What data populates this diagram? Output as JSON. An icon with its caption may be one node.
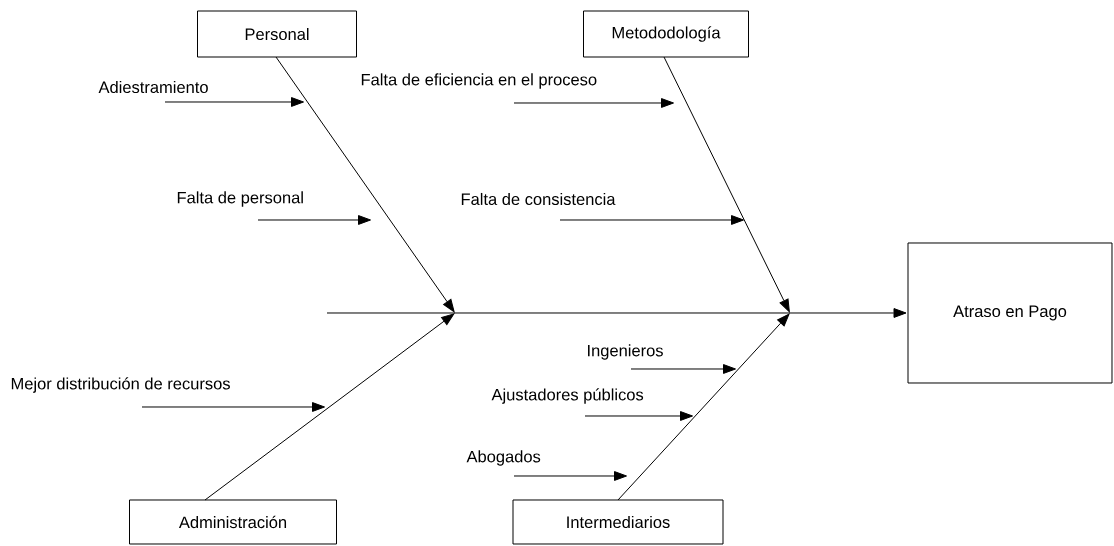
{
  "diagram": {
    "nodes": [
      {
        "text": [
          "Personal"
        ]
      },
      {
        "text": [
          "Metododología"
        ]
      },
      {
        "text": [
          "Adiestramiento"
        ]
      },
      {
        "text": [
          "Falta de personal"
        ]
      },
      {
        "text": [
          "Falta de eficiencia en el proceso"
        ]
      },
      {
        "text": [
          "Falta de consistencia"
        ]
      },
      {
        "text": [
          "Atraso en Pago"
        ]
      },
      {
        "text": [
          "Mejor distribución de recursos"
        ]
      },
      {
        "text": [
          "Ingenieros"
        ]
      },
      {
        "text": [
          "Ajustadores públicos"
        ]
      },
      {
        "text": [
          "Abogados"
        ]
      },
      {
        "text": [
          "Administración"
        ]
      },
      {
        "text": [
          "Intermediarios"
        ]
      }
    ],
    "edges": [
      {
        "from": 0,
        "to": null,
        "arrow": "to"
      },
      {
        "from": 2,
        "to": null,
        "arrow": "to"
      },
      {
        "from": 3,
        "to": null,
        "arrow": "to"
      },
      {
        "from": 1,
        "to": null,
        "arrow": "to"
      },
      {
        "from": 4,
        "to": null,
        "arrow": "to"
      },
      {
        "from": 5,
        "to": null,
        "arrow": "to"
      },
      {
        "from": null,
        "to": 6,
        "arrow": "to"
      },
      {
        "from": 7,
        "to": null,
        "arrow": "to"
      },
      {
        "from": 11,
        "to": null,
        "arrow": "to"
      },
      {
        "from": 8,
        "to": null,
        "arrow": "to"
      },
      {
        "from": 9,
        "to": null,
        "arrow": "to"
      },
      {
        "from": 10,
        "to": null,
        "arrow": "to"
      },
      {
        "from": 12,
        "to": null,
        "arrow": "to"
      }
    ]
  }
}
